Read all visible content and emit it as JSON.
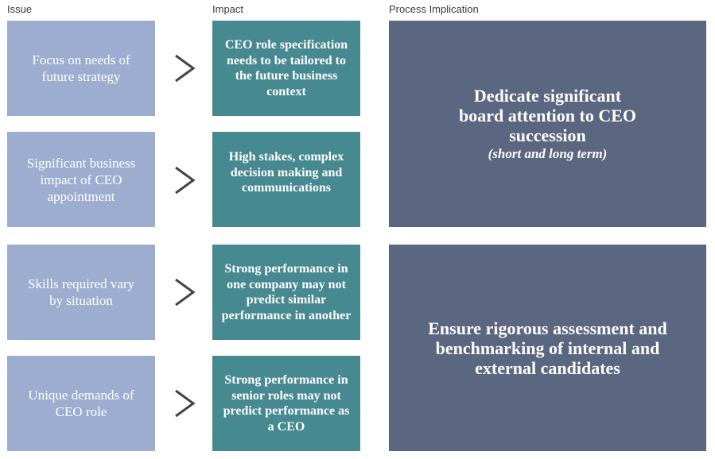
{
  "headers": {
    "issue": "Issue",
    "impact": "Impact",
    "implication": "Process Implication"
  },
  "issues": [
    "Focus on needs of future strategy",
    "Significant business impact of CEO appointment",
    "Skills required vary by situation",
    "Unique demands of CEO role"
  ],
  "impacts": [
    "CEO role specification needs to be tailored to the future business context",
    "High stakes, complex decision making and communications",
    "Strong performance in one company may not predict similar performance in another",
    "Strong performance in senior roles may not predict performance as a CEO"
  ],
  "implications": [
    {
      "text": "Dedicate significant board attention to CEO succession",
      "subtext": "(short and long term)"
    },
    {
      "text": "Ensure rigorous assessment and benchmarking of internal and external candidates",
      "subtext": ""
    }
  ],
  "colors": {
    "issue": "#9dadcf",
    "impact": "#468990",
    "implication": "#5b6680",
    "arrow": "#444444"
  }
}
